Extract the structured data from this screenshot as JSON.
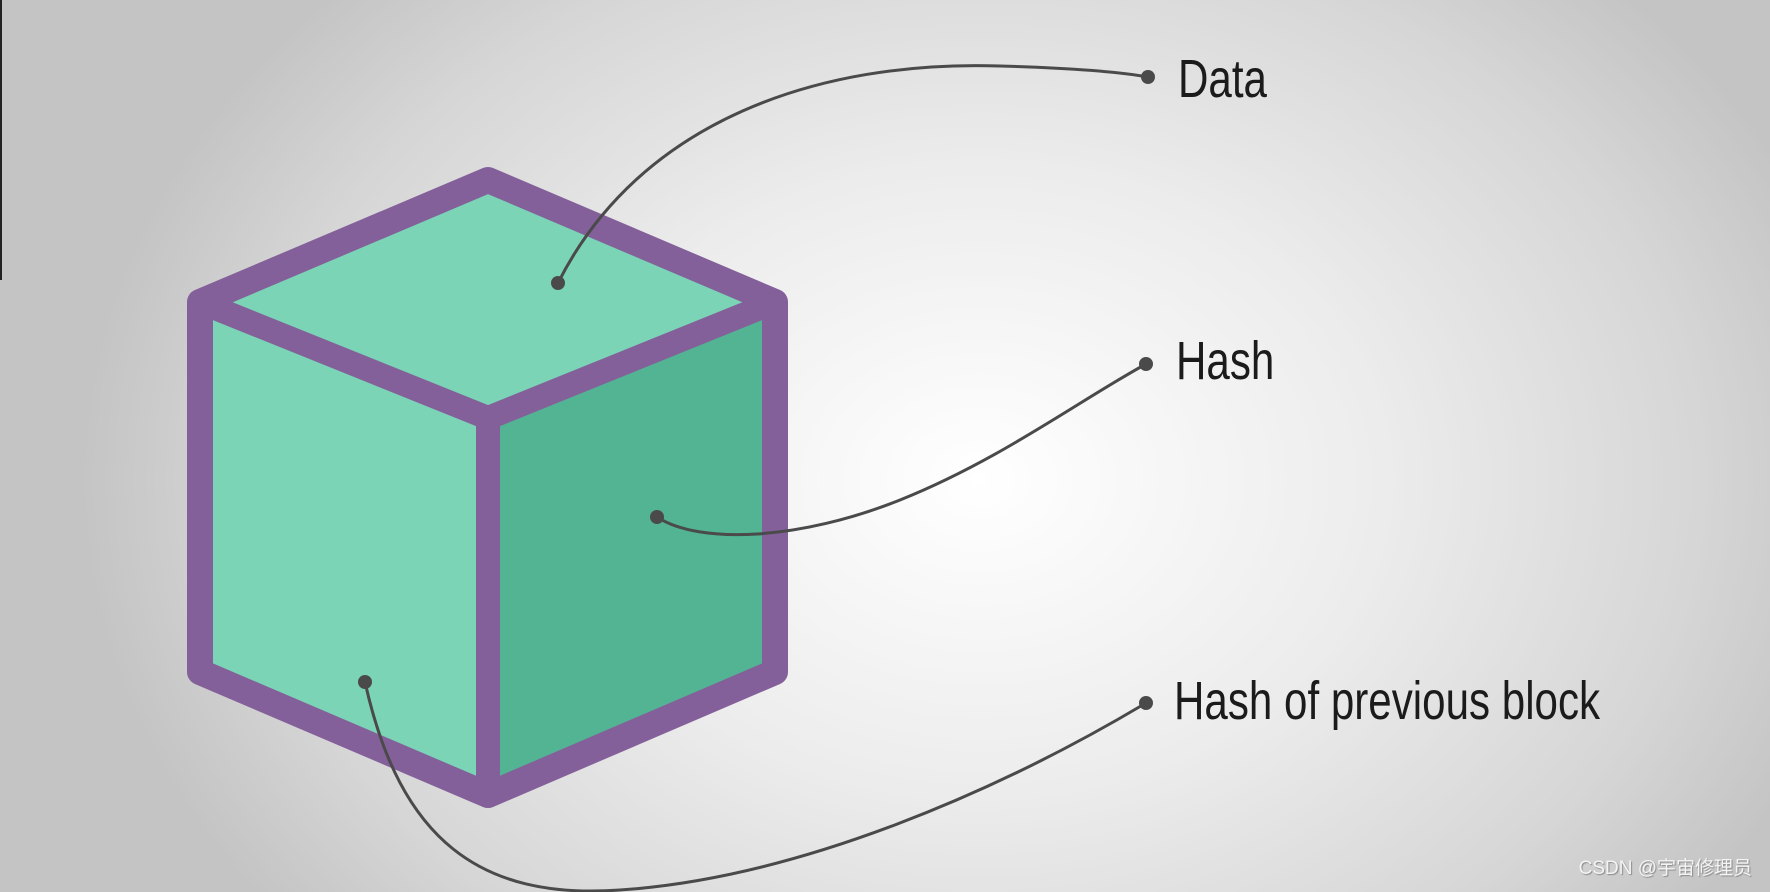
{
  "diagram": {
    "title": "Block structure",
    "labels": {
      "data": "Data",
      "hash": "Hash",
      "prev_hash": "Hash of previous block"
    },
    "colors": {
      "cube_border": "#84609a",
      "face_light": "#7bd4b5",
      "face_dark": "#52b493",
      "connector": "#4a4a4a"
    }
  },
  "watermark": "CSDN @宇宙修理员"
}
